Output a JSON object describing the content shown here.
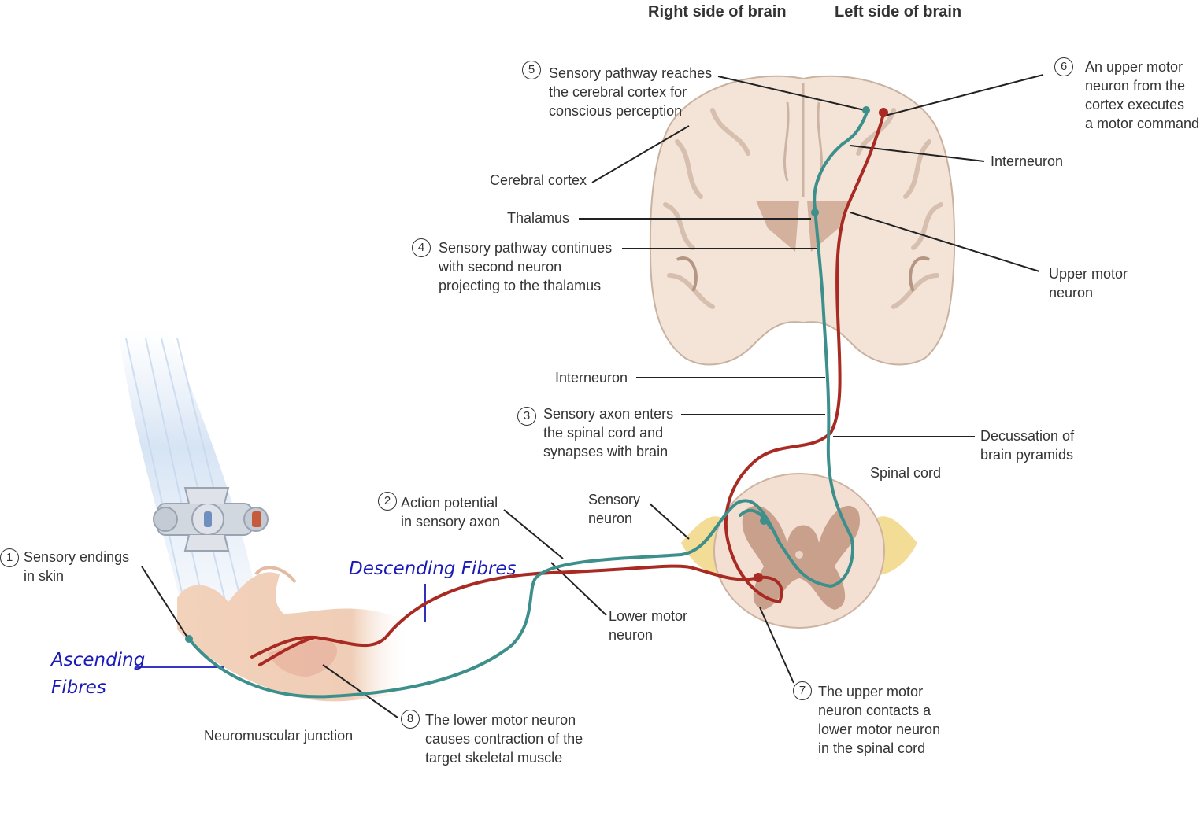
{
  "headers": {
    "right_side": "Right side of brain",
    "left_side": "Left side of brain"
  },
  "steps": [
    {
      "num": "1",
      "lines": [
        "Sensory endings",
        "in skin"
      ]
    },
    {
      "num": "2",
      "lines": [
        "Action potential",
        "in sensory axon"
      ]
    },
    {
      "num": "3",
      "lines": [
        "Sensory axon enters",
        "the spinal cord and",
        "synapses with brain"
      ]
    },
    {
      "num": "4",
      "lines": [
        "Sensory pathway continues",
        "with second neuron",
        "projecting to the thalamus"
      ]
    },
    {
      "num": "5",
      "lines": [
        "Sensory pathway reaches",
        "the cerebral cortex for",
        "conscious perception"
      ]
    },
    {
      "num": "6",
      "lines": [
        "An upper motor",
        "neuron from the",
        "cortex executes",
        "a motor command"
      ]
    },
    {
      "num": "7",
      "lines": [
        "The upper motor",
        "neuron contacts a",
        "lower motor neuron",
        "in the spinal cord"
      ]
    },
    {
      "num": "8",
      "lines": [
        "The  lower motor neuron",
        "causes contraction of the",
        "target skeletal muscle"
      ]
    }
  ],
  "labels": {
    "cerebral_cortex": "Cerebral cortex",
    "thalamus": "Thalamus",
    "interneuron_top": "Interneuron",
    "upper_motor_neuron": [
      "Upper motor",
      "neuron"
    ],
    "interneuron_mid": "Interneuron",
    "decussation": [
      "Decussation of",
      "brain pyramids"
    ],
    "spinal_cord": "Spinal cord",
    "sensory_neuron": [
      "Sensory",
      "neuron"
    ],
    "lower_motor_neuron": [
      "Lower motor",
      "neuron"
    ],
    "neuromuscular_junction": "Neuromuscular junction"
  },
  "annotations": {
    "descending": "Descending Fibres",
    "ascending": [
      "Ascending",
      "Fibres"
    ]
  },
  "colors": {
    "sensory_pathway": "#3d8f8c",
    "motor_pathway": "#a82a22",
    "annotation": "#1a1ab8",
    "brain_tissue": "#f3e3d6",
    "grey_matter": "#c9a08c",
    "nerve_root": "#f2d88a"
  }
}
